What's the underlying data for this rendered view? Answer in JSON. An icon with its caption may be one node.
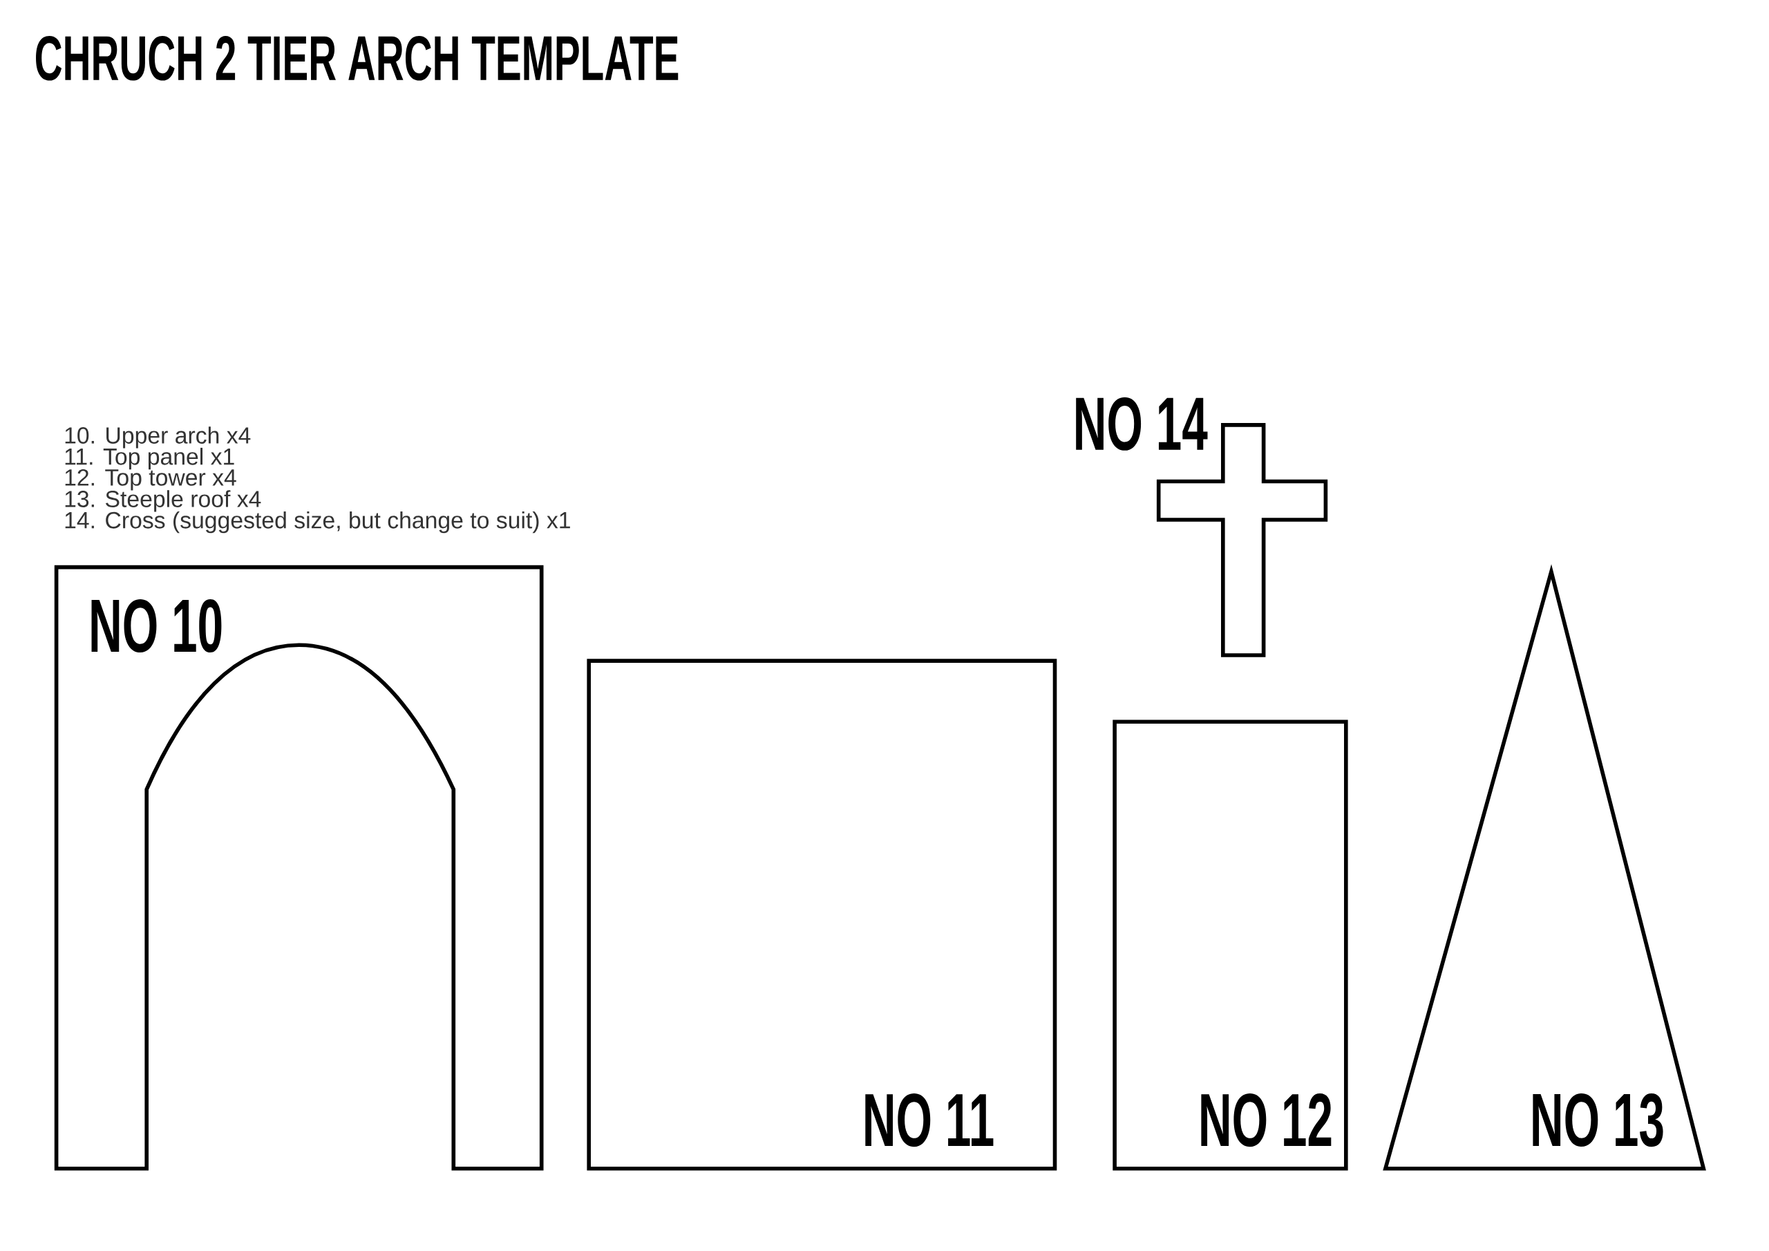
{
  "diagram": {
    "title": "CHRUCH 2 TIER ARCH TEMPLATE",
    "nodes": [
      {
        "text": [
          "NO 10"
        ]
      },
      {
        "text": [
          "NO 11"
        ]
      },
      {
        "text": [
          "NO 12"
        ]
      },
      {
        "text": [
          "NO 13"
        ]
      },
      {
        "text": [
          "NO 14"
        ]
      }
    ],
    "labels": [
      "10. Upper arch x4",
      "11. Top panel x1",
      "12. Top tower x4",
      "13. Steeple roof x4",
      "14. Cross (suggested size, but change to suit) x1"
    ]
  }
}
